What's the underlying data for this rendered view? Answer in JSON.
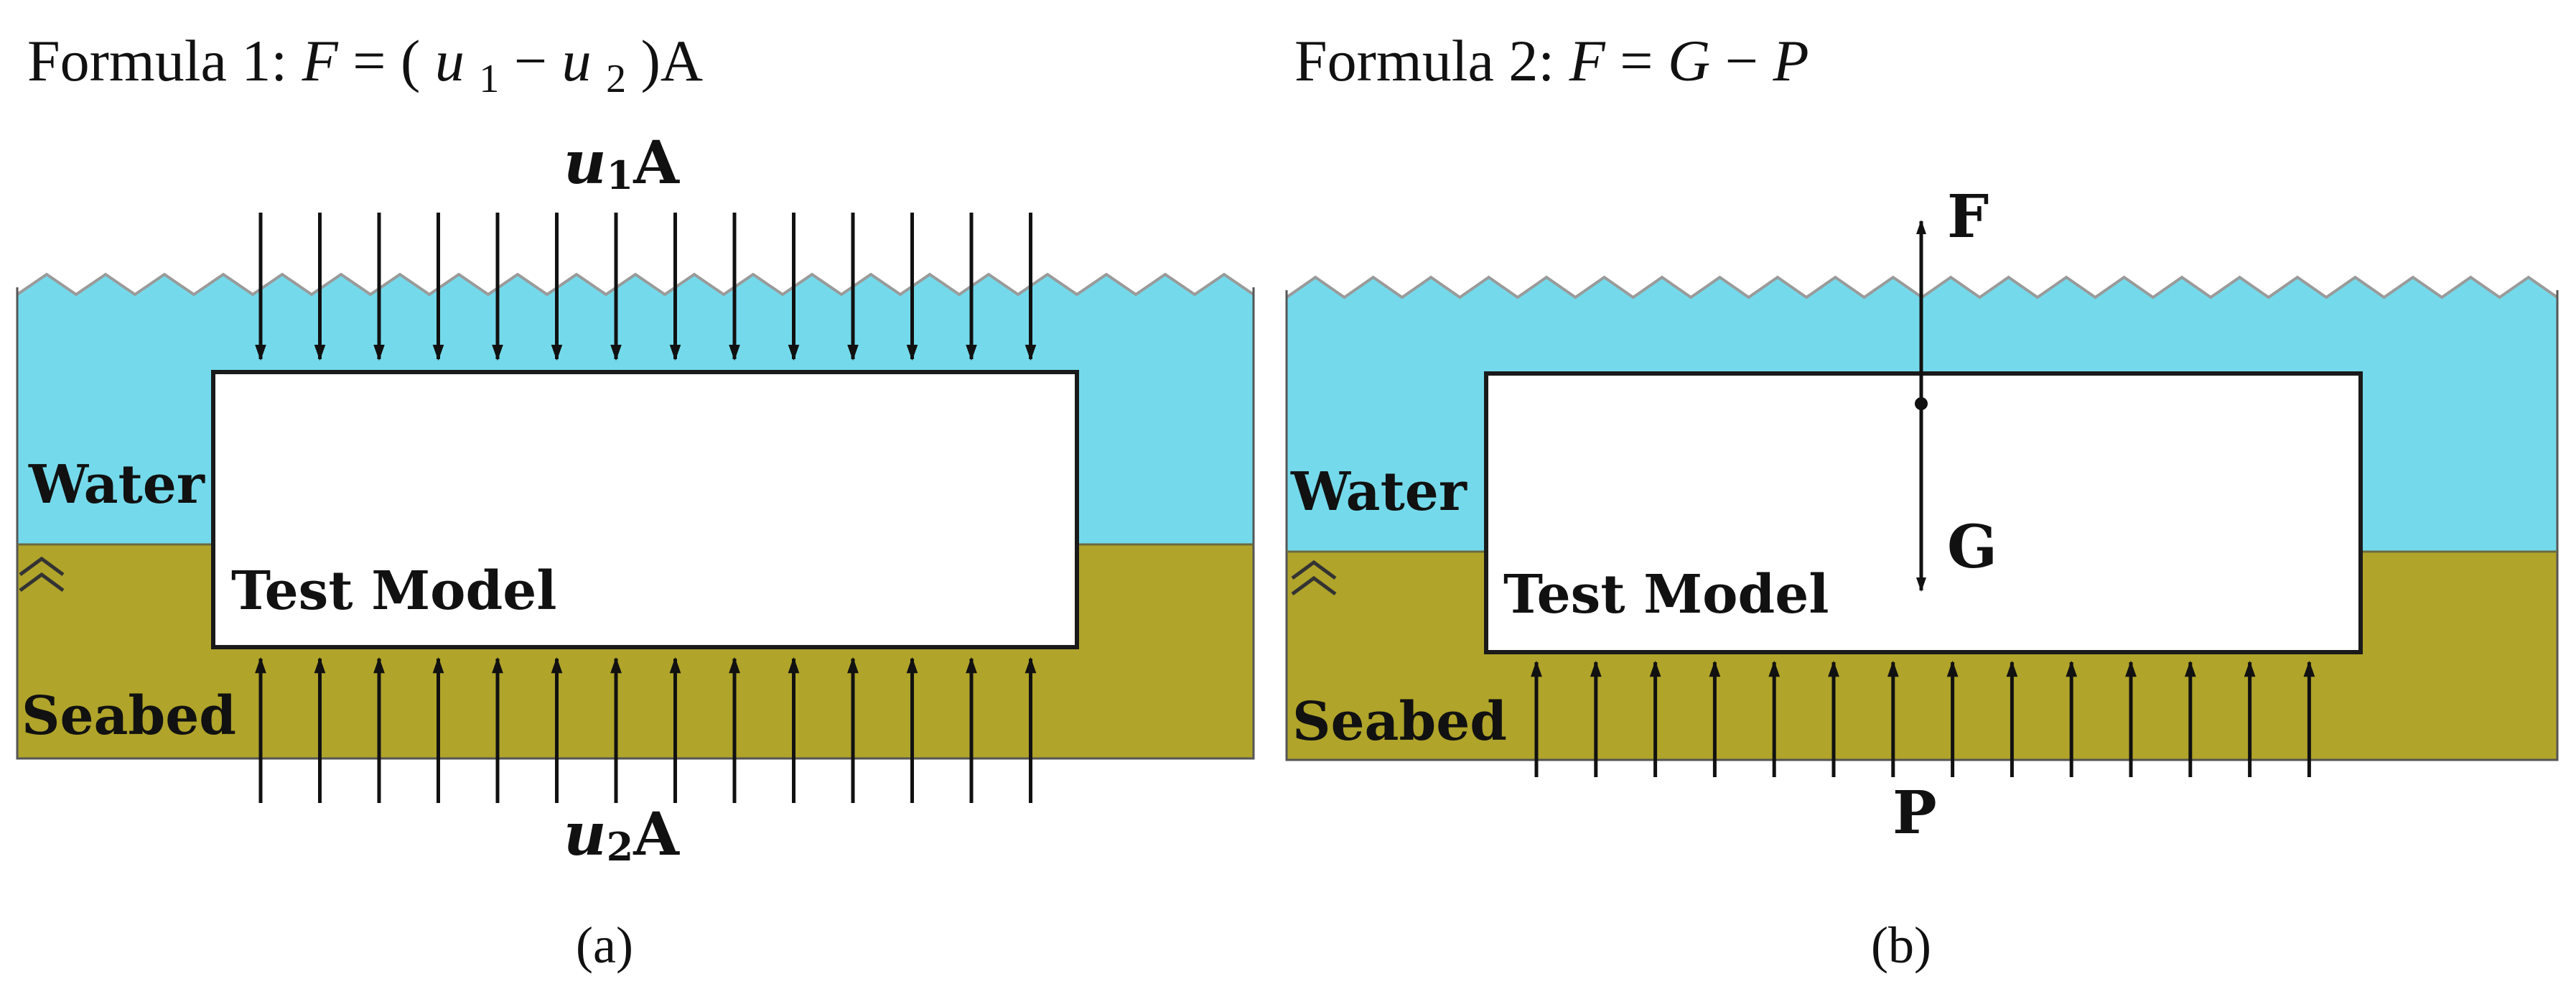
{
  "colors": {
    "water": "#74DAEB",
    "seabed": "#B0A42A",
    "wave_line": "#9A9A9A",
    "model_fill": "#FFFFFF",
    "outline": "#1A1A1A",
    "arrow": "#111111"
  },
  "panel_a": {
    "formula": {
      "prefix": "Formula 1:",
      "F": "F",
      "eq": " = (",
      "u1": "u",
      "sub1": "1",
      "minus": " − ",
      "u2": "u",
      "sub2": "2",
      "close": ")A"
    },
    "top_force": {
      "u": "u",
      "sub": "1",
      "A": "A"
    },
    "bottom_force": {
      "u": "u",
      "sub": "2",
      "A": "A"
    },
    "water_label": "Water",
    "model_label": "Test Model",
    "seabed_label": "Seabed",
    "caption": "(a)"
  },
  "panel_b": {
    "formula": {
      "prefix": "Formula 2:",
      "F": "F",
      "eq": " = ",
      "G": "G",
      "minus": " − ",
      "P": "P"
    },
    "buoyancy_label": "F",
    "gravity_label": "G",
    "pressure_label": "P",
    "water_label": "Water",
    "model_label": "Test Model",
    "seabed_label": "Seabed",
    "caption": "(b)"
  },
  "icons": [
    "water-level-symbol-icon"
  ]
}
